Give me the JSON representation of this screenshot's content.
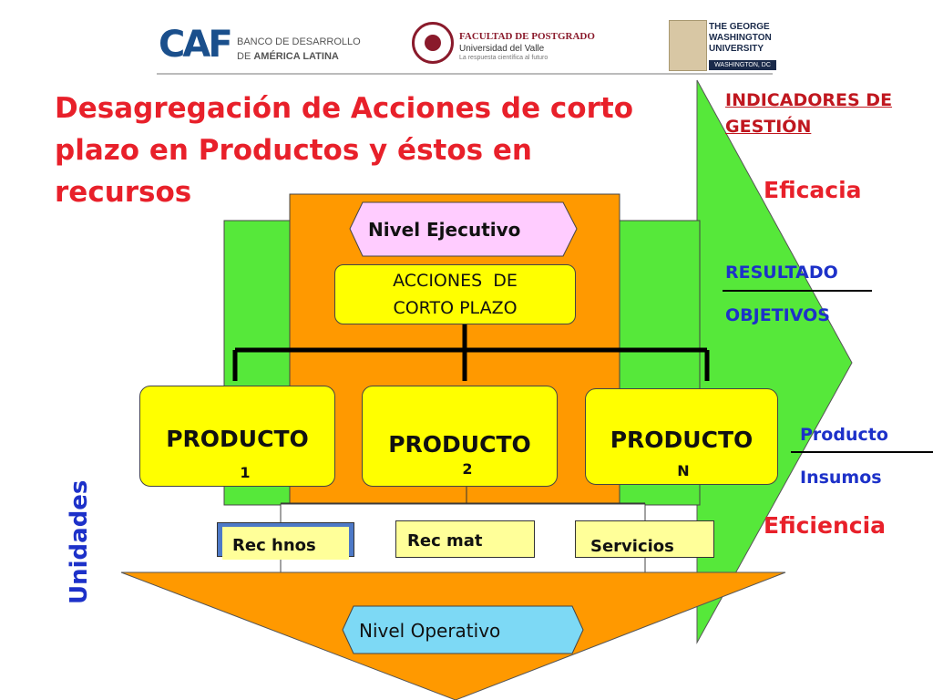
{
  "logos": {
    "caf_mark": "CAF",
    "caf_line1": "BANCO DE DESARROLLO",
    "caf_line2_prefix": "DE ",
    "caf_line2_bold": "AMÉRICA LATINA",
    "uv_line1": "FACULTAD DE POSTGRADO",
    "uv_line2": "Universidad del Valle",
    "uv_line3": "La respuesta científica al futuro",
    "gw_line1": "THE GEORGE",
    "gw_line2": "WASHINGTON",
    "gw_line3": "UNIVERSITY",
    "gw_line4": "WASHINGTON, DC"
  },
  "title": {
    "line1": "Desagregación de Acciones de corto",
    "line2": "plazo en Productos y éstos en recursos"
  },
  "indicators": {
    "line1": "INDICADORES DE",
    "line2": "GESTIÓN"
  },
  "labels": {
    "eficacia": "Eficacia",
    "resultado": "RESULTADO",
    "objetivos": "OBJETIVOS",
    "producto": "Producto",
    "insumos": "Insumos",
    "eficiencia": "Eficiencia",
    "unidades": "Unidades"
  },
  "diagram": {
    "nivel_ejecutivo": "Nivel Ejecutivo",
    "acciones_line1": "ACCIONES  DE",
    "acciones_line2": "CORTO PLAZO",
    "products": [
      {
        "name": "PRODUCTO",
        "num": "1"
      },
      {
        "name": "PRODUCTO",
        "num": "2"
      },
      {
        "name": "PRODUCTO",
        "num": "N"
      }
    ],
    "resources": [
      "Rec hnos",
      "Rec mat",
      "Servicios"
    ],
    "nivel_operativo": "Nivel Operativo"
  },
  "colors": {
    "green": "#56e83a",
    "orange": "#ff9900",
    "yellow": "#ffff00",
    "pink": "#ffccff",
    "light_yellow": "#ffff99",
    "light_blue": "#7dd9f5",
    "title_red": "#e8202a",
    "label_blue": "#1d31c9"
  }
}
